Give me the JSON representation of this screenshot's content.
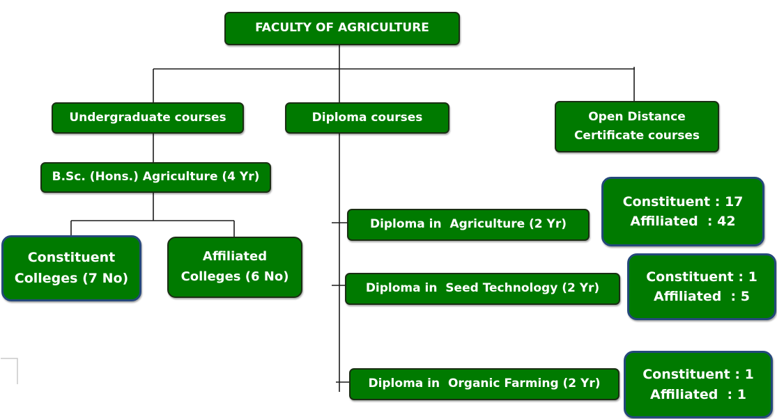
{
  "title": "FACULTY OF AGRICULTURE",
  "level1": {
    "undergraduate": "Undergraduate courses",
    "diploma": "Diploma courses",
    "open_distance": [
      "Open Distance",
      "Certificate courses"
    ]
  },
  "undergraduate": {
    "program": "B.Sc. (Hons.) Agriculture (4 Yr)",
    "constituent": [
      "Constituent",
      "Colleges (7 No)"
    ],
    "affiliated": [
      "Affiliated",
      "Colleges (6 No)"
    ]
  },
  "diplomas": [
    {
      "name": "Diploma in  Agriculture (2 Yr)",
      "stats": [
        "Constituent : 17",
        "Affiliated  : 42"
      ]
    },
    {
      "name": "Diploma in  Seed Technology (2 Yr)",
      "stats": [
        "Constituent : 1",
        "Affiliated  : 5"
      ]
    },
    {
      "name": "Diploma in  Organic Farming (2 Yr)",
      "stats": [
        "Constituent : 1",
        "Affiliated  : 1"
      ]
    }
  ],
  "colors": {
    "box": "#007a00",
    "border_blue": "#24487a",
    "line": "#1a1a1a"
  }
}
